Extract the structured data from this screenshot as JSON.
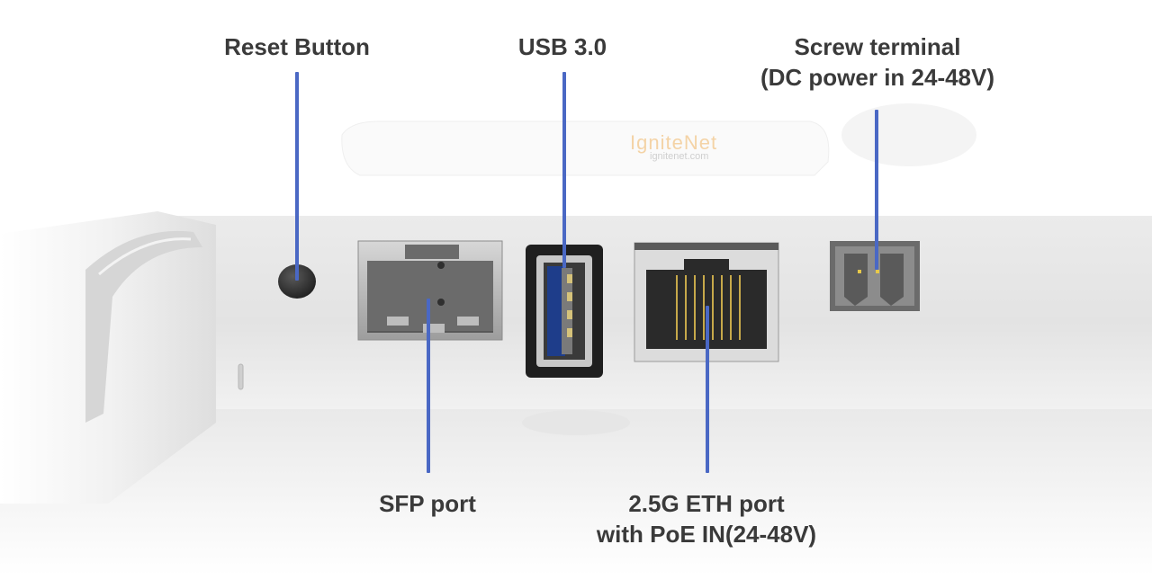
{
  "device": {
    "label_brand": "IgniteNet",
    "label_url": "ignitenet.com"
  },
  "callouts": {
    "reset": {
      "text": "Reset Button"
    },
    "usb": {
      "text": "USB 3.0"
    },
    "screw_terminal": {
      "line1": "Screw terminal",
      "line2": "(DC power in 24-48V)"
    },
    "sfp": {
      "text": "SFP port"
    },
    "eth": {
      "line1": "2.5G ETH port",
      "line2": "with PoE IN(24-48V)"
    }
  },
  "colors": {
    "leader_line": "#4a68c4",
    "label_text": "#3a3a3a"
  }
}
